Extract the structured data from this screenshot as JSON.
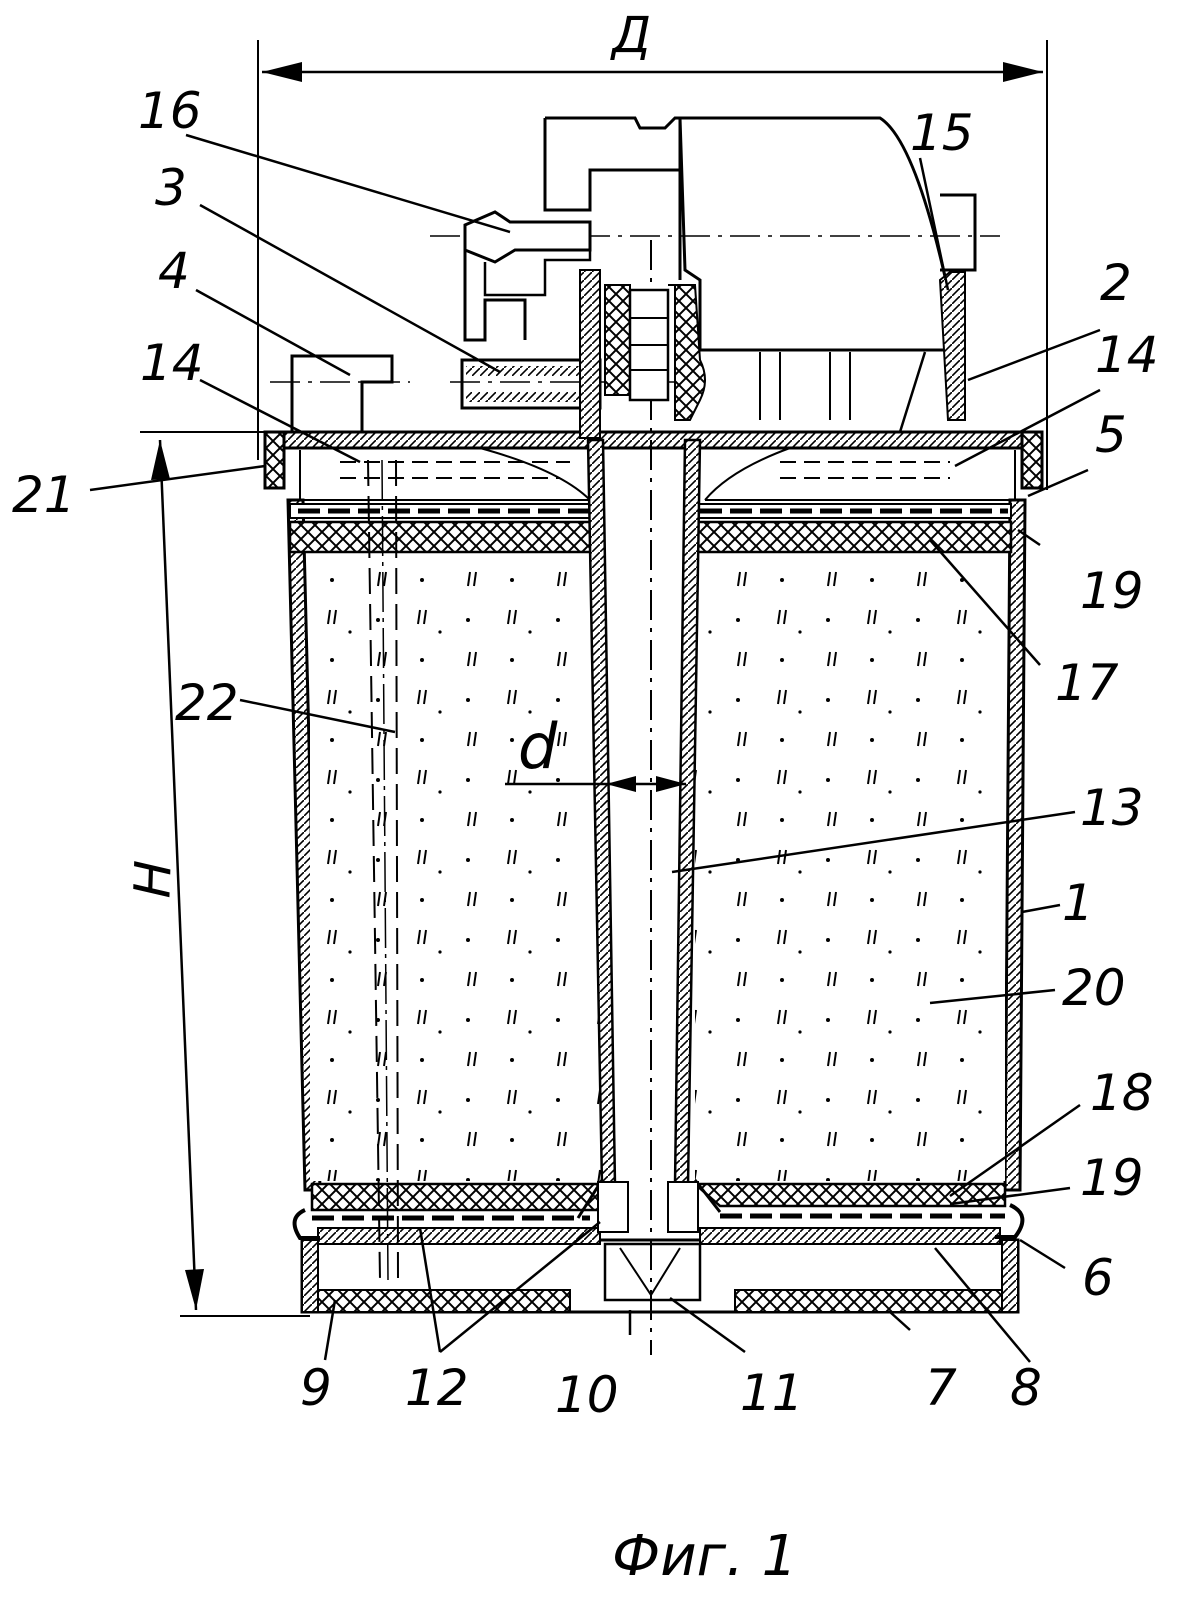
{
  "figure": {
    "caption": "Фиг. 1",
    "dimensions": {
      "diameter": "Д",
      "height": "Н",
      "inner_diameter": "d"
    },
    "callouts": {
      "c1": "1",
      "c2": "2",
      "c3": "3",
      "c4": "4",
      "c5": "5",
      "c6": "6",
      "c7": "7",
      "c8": "8",
      "c9": "9",
      "c10": "10",
      "c11": "11",
      "c12": "12",
      "c13": "13",
      "c14_left": "14",
      "c14_right": "14",
      "c15": "15",
      "c16": "16",
      "c17": "17",
      "c18": "18",
      "c19_top": "19",
      "c19_bottom": "19",
      "c20": "20",
      "c21": "21",
      "c22": "22"
    }
  }
}
